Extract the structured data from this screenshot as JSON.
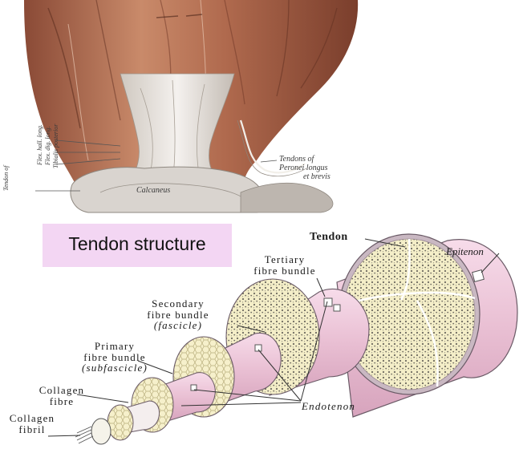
{
  "photo": {
    "label_tendons": "Tendons of",
    "label_peronei": "Peronei longus",
    "label_brevis": "et brevis",
    "label_calcaneus": "Calcaneus",
    "label_tendon_side": "Tendon of",
    "label_flex1": "Flex. hall. long.",
    "label_flex2": "Flex. dig. long.",
    "label_tibialis": "Tibialis posterior"
  },
  "diagram": {
    "title": "Tendon structure",
    "tendon": "Tendon",
    "epitenon": "Epitenon",
    "tertiary_line1": "Tertiary",
    "tertiary_line2": "fibre bundle",
    "secondary_line1": "Secondary",
    "secondary_line2": "fibre bundle",
    "secondary_line3": "(fascicle)",
    "primary_line1": "Primary",
    "primary_line2": "fibre bundle",
    "primary_line3": "(subfascicle)",
    "collagen_fibre_line1": "Collagen",
    "collagen_fibre_line2": "fibre",
    "collagen_fibril_line1": "Collagen",
    "collagen_fibril_line2": "fibril",
    "endotenon": "Endotenon"
  },
  "colors": {
    "sheath_pink": "#efc8dc",
    "bundle_cream": "#f3edc4",
    "muscle_red": "#b46a4e",
    "title_bg": "#f3d6f3"
  }
}
